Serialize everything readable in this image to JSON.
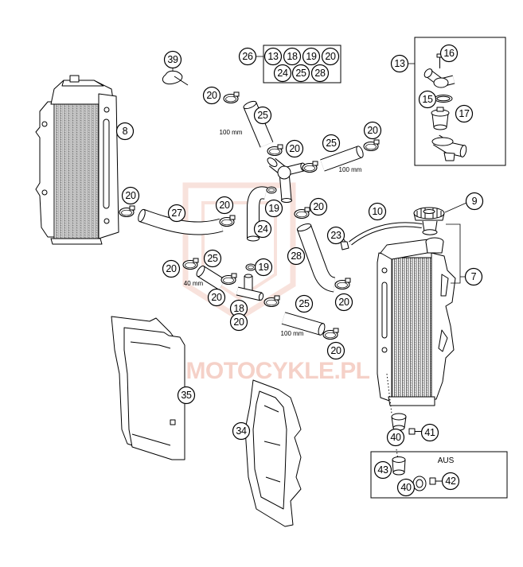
{
  "page": {
    "background": "#ffffff",
    "line_color": "#000000"
  },
  "watermark": {
    "text": "KMMOTOCYKLE.PL",
    "color": "#f2c2b6"
  },
  "kit_box": {
    "ref": "26",
    "items": [
      "13",
      "18",
      "19",
      "20",
      "24",
      "25",
      "28"
    ]
  },
  "thermostat_box": {
    "ref": "13",
    "items": [
      "16",
      "15",
      "17"
    ]
  },
  "aus_box": {
    "label": "AUS",
    "items": [
      "43",
      "40",
      "42"
    ]
  },
  "callouts": [
    "39",
    "20",
    "25",
    "8",
    "20",
    "25",
    "20",
    "20",
    "27",
    "20",
    "19",
    "20",
    "10",
    "9",
    "24",
    "23",
    "28",
    "7",
    "20",
    "25",
    "19",
    "20",
    "18",
    "20",
    "25",
    "20",
    "20",
    "35",
    "34",
    "40",
    "41"
  ],
  "dimensions": [
    "100 mm",
    "100 mm",
    "40 mm",
    "100 mm"
  ]
}
